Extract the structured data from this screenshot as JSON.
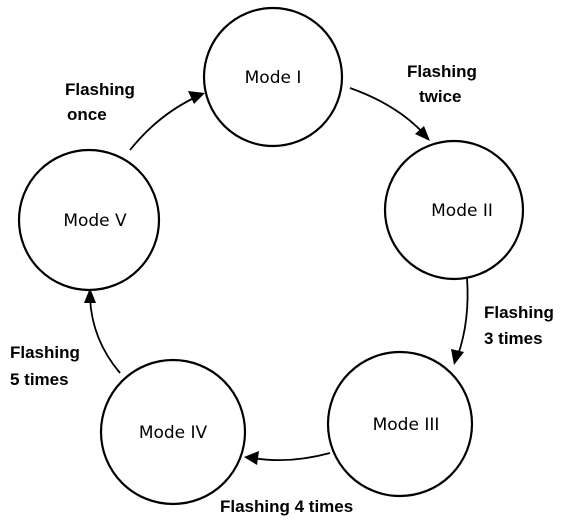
{
  "diagram": {
    "nodes": [
      {
        "id": "mode-1",
        "label": "Mode I"
      },
      {
        "id": "mode-2",
        "label": "Mode II"
      },
      {
        "id": "mode-3",
        "label": "Mode III"
      },
      {
        "id": "mode-4",
        "label": "Mode IV"
      },
      {
        "id": "mode-5",
        "label": "Mode V"
      }
    ],
    "edges": [
      {
        "from": "mode-1",
        "to": "mode-2",
        "label_lines": [
          "Flashing",
          "twice"
        ]
      },
      {
        "from": "mode-2",
        "to": "mode-3",
        "label_lines": [
          "Flashing",
          "3 times"
        ]
      },
      {
        "from": "mode-3",
        "to": "mode-4",
        "label_lines": [
          "Flashing 4 times"
        ]
      },
      {
        "from": "mode-4",
        "to": "mode-5",
        "label_lines": [
          "Flashing",
          "5 times"
        ]
      },
      {
        "from": "mode-5",
        "to": "mode-1",
        "label_lines": [
          "Flashing",
          "once"
        ]
      }
    ]
  }
}
